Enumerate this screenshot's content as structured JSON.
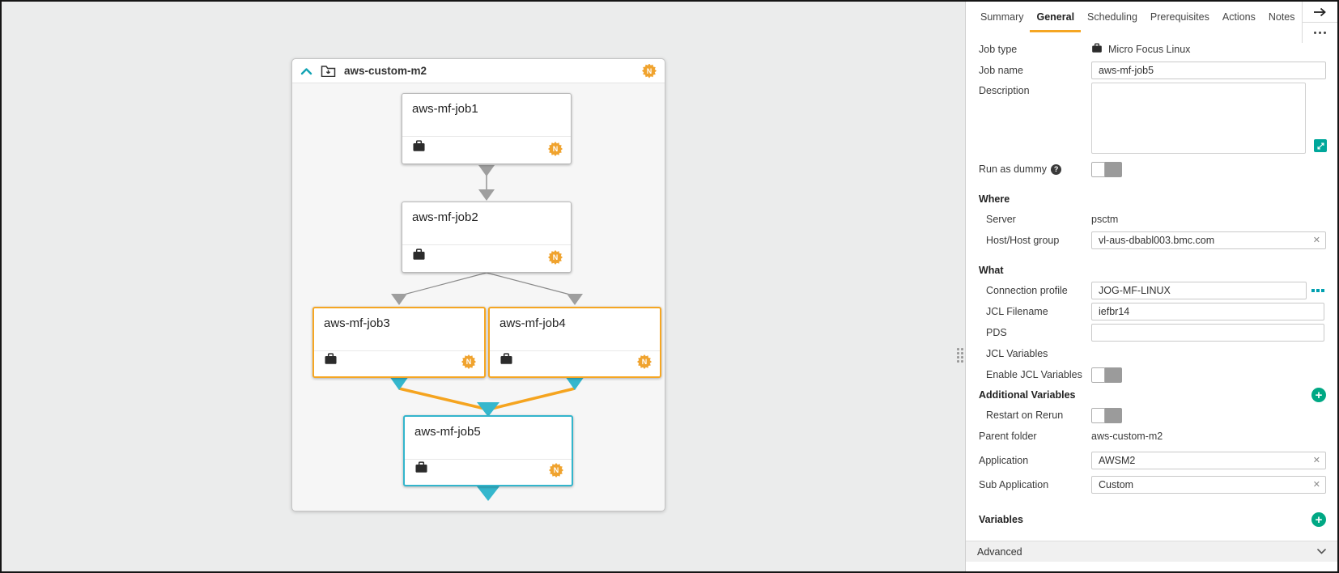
{
  "colors": {
    "accent_orange": "#F5A623",
    "selected_teal": "#33B5CC",
    "action_green": "#00A884",
    "edge_gray": "#9E9E9E"
  },
  "canvas": {
    "folder": {
      "name": "aws-custom-m2",
      "badge": "N"
    },
    "jobs": [
      {
        "name": "aws-mf-job1",
        "badge": "N",
        "state": "normal"
      },
      {
        "name": "aws-mf-job2",
        "badge": "N",
        "state": "normal"
      },
      {
        "name": "aws-mf-job3",
        "badge": "N",
        "state": "highlighted"
      },
      {
        "name": "aws-mf-job4",
        "badge": "N",
        "state": "highlighted"
      },
      {
        "name": "aws-mf-job5",
        "badge": "N",
        "state": "selected"
      }
    ]
  },
  "panel": {
    "tabs": [
      {
        "label": "Summary"
      },
      {
        "label": "General"
      },
      {
        "label": "Scheduling"
      },
      {
        "label": "Prerequisites"
      },
      {
        "label": "Actions"
      },
      {
        "label": "Notes"
      }
    ],
    "active_tab": "General",
    "general": {
      "job_type": {
        "label": "Job type",
        "value": "Micro Focus Linux"
      },
      "job_name": {
        "label": "Job name",
        "value": "aws-mf-job5"
      },
      "description": {
        "label": "Description",
        "value": ""
      },
      "run_as_dummy": {
        "label": "Run as dummy",
        "state": "off"
      },
      "where": {
        "title": "Where",
        "server": {
          "label": "Server",
          "value": "psctm"
        },
        "host": {
          "label": "Host/Host group",
          "value": "vl-aus-dbabl003.bmc.com"
        }
      },
      "what": {
        "title": "What",
        "connection_profile": {
          "label": "Connection profile",
          "value": "JOG-MF-LINUX"
        },
        "jcl_filename": {
          "label": "JCL Filename",
          "value": "iefbr14"
        },
        "pds": {
          "label": "PDS",
          "value": ""
        },
        "jcl_variables": {
          "label": "JCL Variables"
        },
        "enable_jcl_variables": {
          "label": "Enable JCL Variables",
          "state": "off"
        }
      },
      "additional_variables": {
        "title": "Additional Variables"
      },
      "restart_on_rerun": {
        "label": "Restart on Rerun",
        "state": "off"
      },
      "parent_folder": {
        "label": "Parent folder",
        "value": "aws-custom-m2"
      },
      "application": {
        "label": "Application",
        "value": "AWSM2"
      },
      "sub_application": {
        "label": "Sub Application",
        "value": "Custom"
      },
      "variables": {
        "title": "Variables"
      },
      "advanced": {
        "label": "Advanced"
      }
    }
  }
}
